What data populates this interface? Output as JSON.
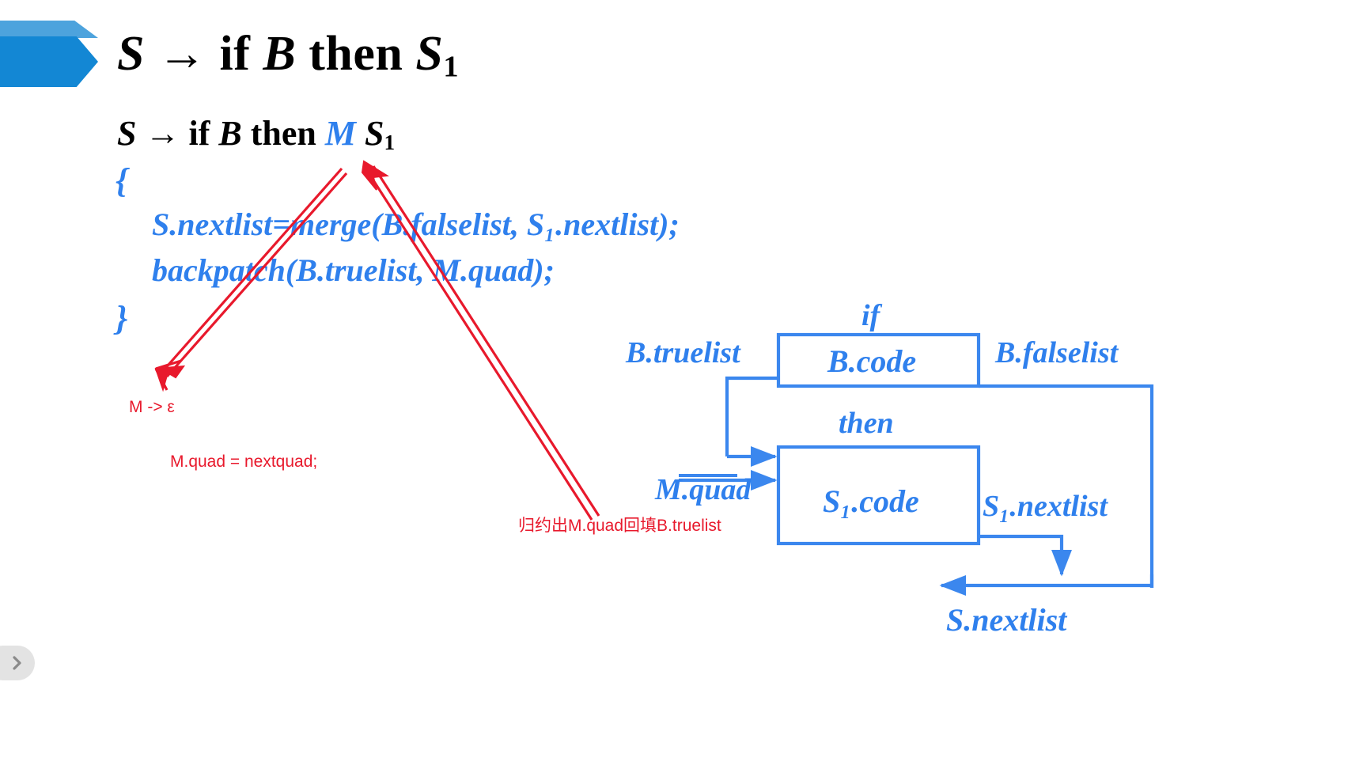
{
  "slide": {
    "banner": {
      "icon": "chevron-banner",
      "color_light": "#4da3dd",
      "color_dark": "#1387d4"
    },
    "title": {
      "lead": "S",
      "arrow": "→",
      "kw1": "if",
      "nt1": "B",
      "kw2": "then",
      "nt2": "S",
      "sub": "1"
    },
    "production": {
      "lead": "S",
      "arrow": "→",
      "kw1": "if",
      "nt1": "B",
      "kw2": "then",
      "marker": "M",
      "nt2": "S",
      "sub": "1"
    },
    "code_block": {
      "open_brace": "{",
      "close_brace": "}",
      "line1": "S.nextlist=merge(B.falselist, S₁.nextlist);",
      "line2": "backpatch(B.truelist, M.quad);",
      "color": "#2f80ed"
    },
    "annotations": {
      "color": "#e8192c",
      "m_epsilon": "M -> ε",
      "m_quad_assign": "M.quad = nextquad;",
      "reduce_note": "归约出M.quad回填B.truelist"
    },
    "diagram": {
      "color": "#2f80ed",
      "boxes": [
        {
          "id": "b-code",
          "label": "B.code"
        },
        {
          "id": "s1-code",
          "label": "S₁.code"
        }
      ],
      "labels": {
        "if": "if",
        "then": "then",
        "b_truelist": "B.truelist",
        "b_falselist": "B.falselist",
        "m_quad": "M.quad",
        "s1_nextlist": "S₁.nextlist",
        "s_nextlist": "S.nextlist"
      }
    },
    "nav": {
      "next_icon": "chevron-right-icon"
    }
  }
}
